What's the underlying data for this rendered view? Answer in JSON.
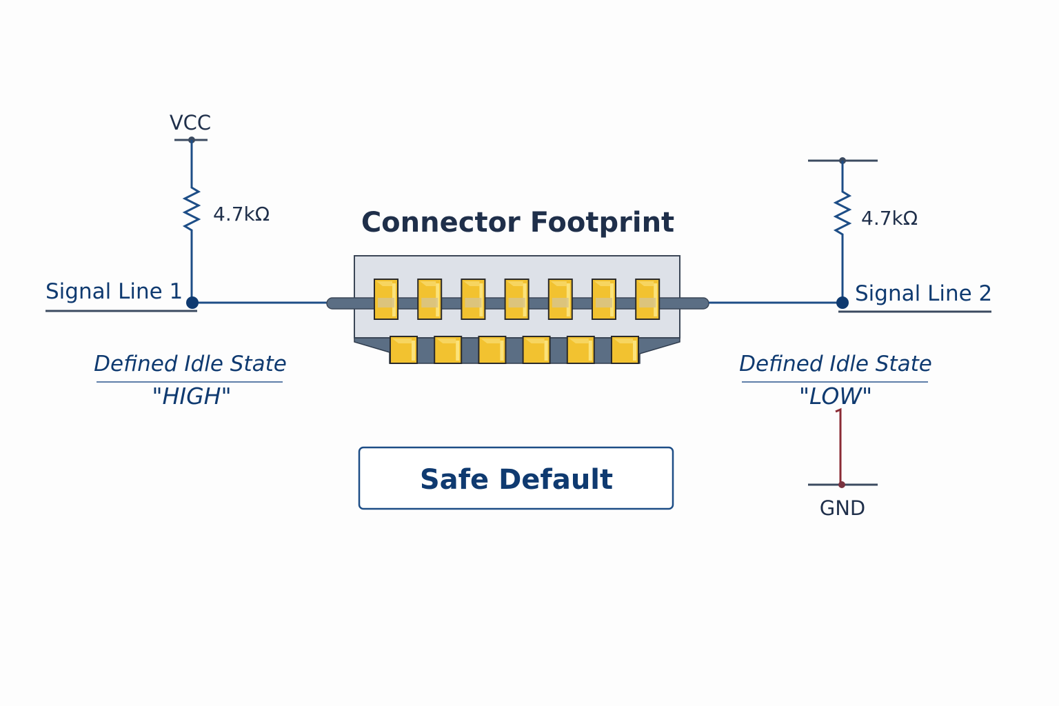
{
  "title": "Connector Footprint",
  "left": {
    "rail_label": "VCC",
    "resistor_value": "4.7kΩ",
    "signal_label": "Signal Line 1",
    "state_caption": "Defined Idle State",
    "state_value": "\"HIGH\""
  },
  "right": {
    "resistor_value": "4.7kΩ",
    "signal_label": "Signal Line 2",
    "state_caption": "Defined Idle State",
    "state_value": "\"LOW\"",
    "rail_label": "GND"
  },
  "connector": {
    "top_row_pins": 7,
    "bottom_row_pins": 6
  },
  "badge": "Safe Default",
  "colors": {
    "wire": "#1d4d86",
    "text_dark": "#1f2f4a",
    "text_blue": "#0f3a70",
    "pad_gold": "#f2c230",
    "connector_body": "#dde1e8",
    "bar": "#5b6e84",
    "gnd_wire": "#8a2b35"
  }
}
